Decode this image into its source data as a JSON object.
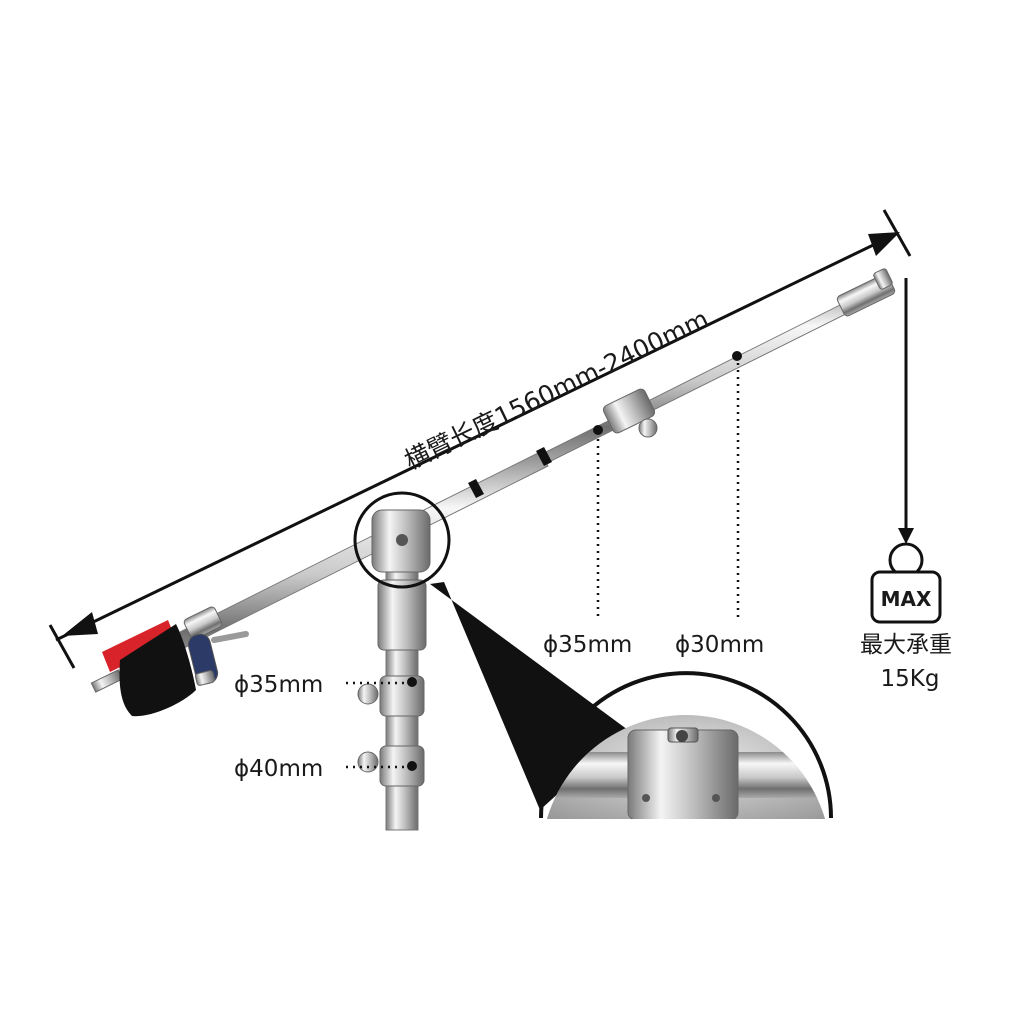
{
  "diagram": {
    "arm_length_label": "横臂长度1560mm-2400mm",
    "diameter_labels": {
      "arm_inner": "ϕ35mm",
      "arm_outer": "ϕ30mm",
      "stand_upper": "ϕ35mm",
      "stand_lower": "ϕ40mm"
    },
    "max_badge": "MAX",
    "max_load_caption": "最大承重",
    "max_load_value": "15Kg"
  },
  "colors": {
    "chrome_light": "#f2f2f2",
    "chrome_mid": "#b8b8b8",
    "chrome_dark": "#6e6e6e",
    "sandbag_red": "#d8232a",
    "sandbag_black": "#111111",
    "handle_blue": "#2b3a66",
    "line": "#111111"
  }
}
